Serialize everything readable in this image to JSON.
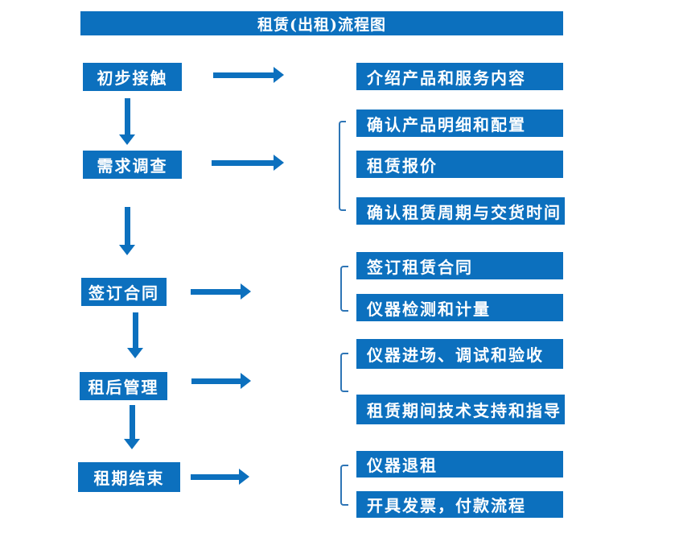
{
  "title": "租赁(出租)流程图",
  "colors": {
    "primary": "#0C70BE",
    "bracket": "#2E75B6",
    "text_on_primary": "#FFFFFF",
    "background": "#FFFFFF"
  },
  "chart_data": {
    "type": "table",
    "title": "租赁(出租)流程图",
    "steps": [
      {
        "label": "初步接触",
        "details": [
          "介绍产品和服务内容"
        ]
      },
      {
        "label": "需求调查",
        "details": [
          "确认产品明细和配置",
          "租赁报价",
          "确认租赁周期与交货时间"
        ]
      },
      {
        "label": "签订合同",
        "details": [
          "签订租赁合同",
          "仪器检测和计量"
        ]
      },
      {
        "label": "租后管理",
        "details": [
          "仪器进场、调试和验收",
          "租赁期间技术支持和指导"
        ]
      },
      {
        "label": "租期结束",
        "details": [
          "仪器退租",
          "开具发票，付款流程"
        ]
      }
    ]
  },
  "steps": [
    {
      "label": "初步接触",
      "details": [
        "介绍产品和服务内容"
      ]
    },
    {
      "label": "需求调查",
      "details": [
        "确认产品明细和配置",
        "租赁报价",
        "确认租赁周期与交货时间"
      ]
    },
    {
      "label": "签订合同",
      "details": [
        "签订租赁合同",
        "仪器检测和计量"
      ]
    },
    {
      "label": "租后管理",
      "details": [
        "仪器进场、调试和验收",
        "租赁期间技术支持和指导"
      ]
    },
    {
      "label": "租期结束",
      "details": [
        "仪器退租",
        "开具发票，付款流程"
      ]
    }
  ]
}
